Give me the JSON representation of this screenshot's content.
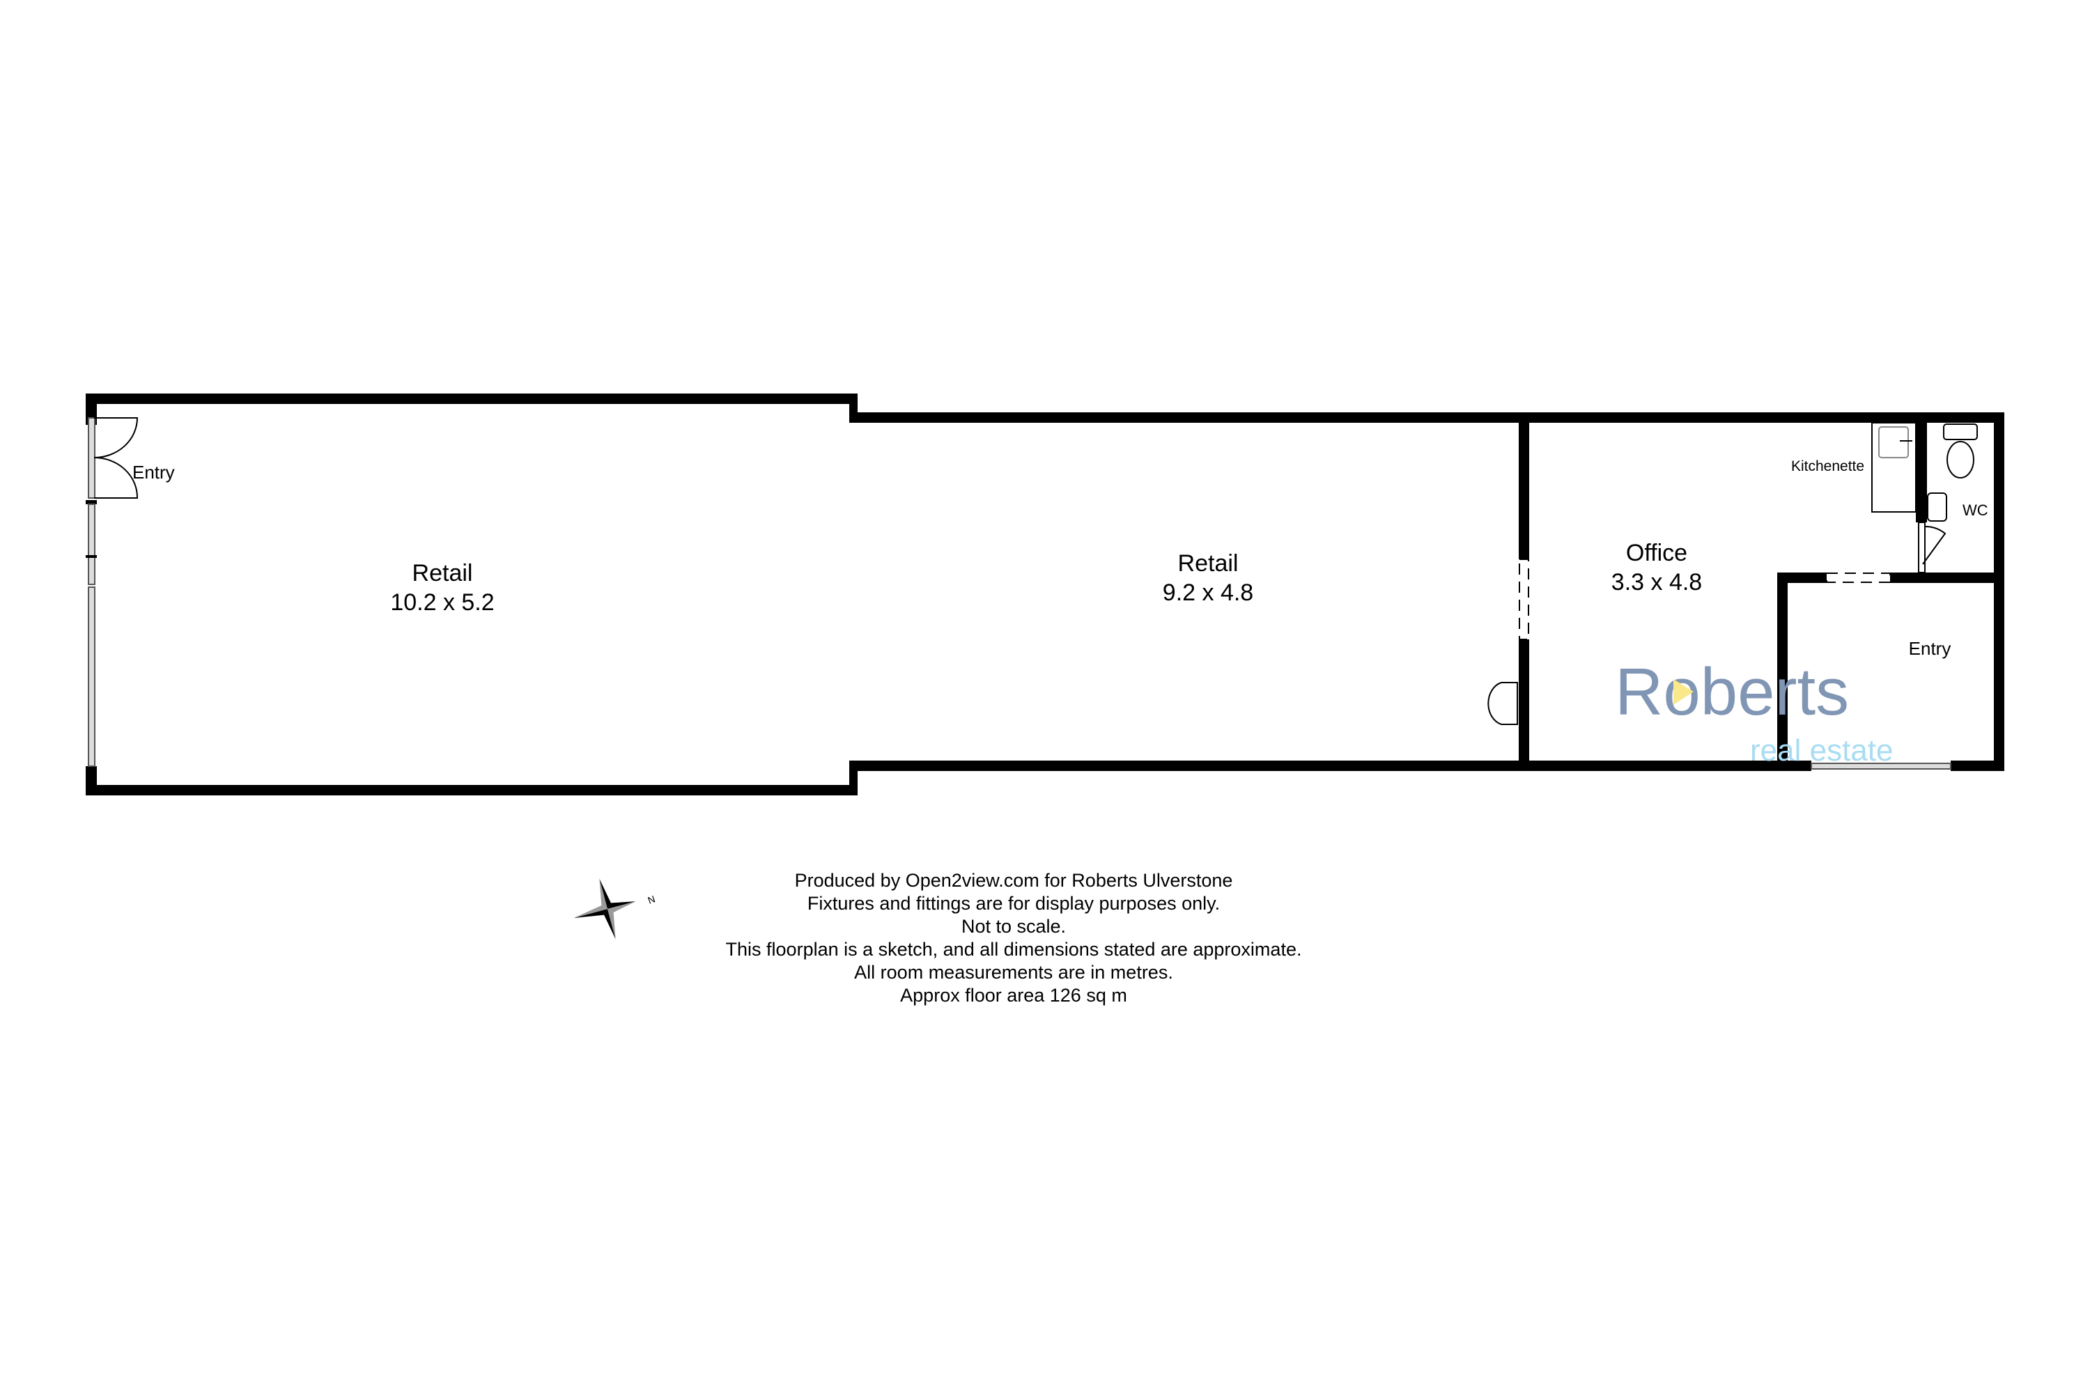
{
  "rooms": {
    "retail_front": {
      "name": "Retail",
      "dims": "10.2 x 5.2"
    },
    "retail_rear": {
      "name": "Retail",
      "dims": "9.2 x 4.8"
    },
    "office": {
      "name": "Office",
      "dims": "3.3 x 4.8"
    },
    "entry_front": {
      "name": "Entry"
    },
    "entry_rear": {
      "name": "Entry"
    },
    "kitchenette": {
      "name": "Kitchenette"
    },
    "wc": {
      "name": "WC"
    }
  },
  "compass": {
    "label": "N"
  },
  "logo": {
    "brand": "Roberts",
    "tagline": "real estate",
    "brand_color": "#8096b4",
    "tagline_color": "#a9dcf2",
    "play_color": "#f9e98a"
  },
  "notes": [
    "Produced by Open2view.com for Roberts Ulverstone",
    "Fixtures and fittings are for display purposes only.",
    "Not to scale.",
    "This floorplan is a sketch, and all dimensions stated are approximate.",
    "All room measurements are in metres.",
    "Approx floor area 126 sq m"
  ]
}
